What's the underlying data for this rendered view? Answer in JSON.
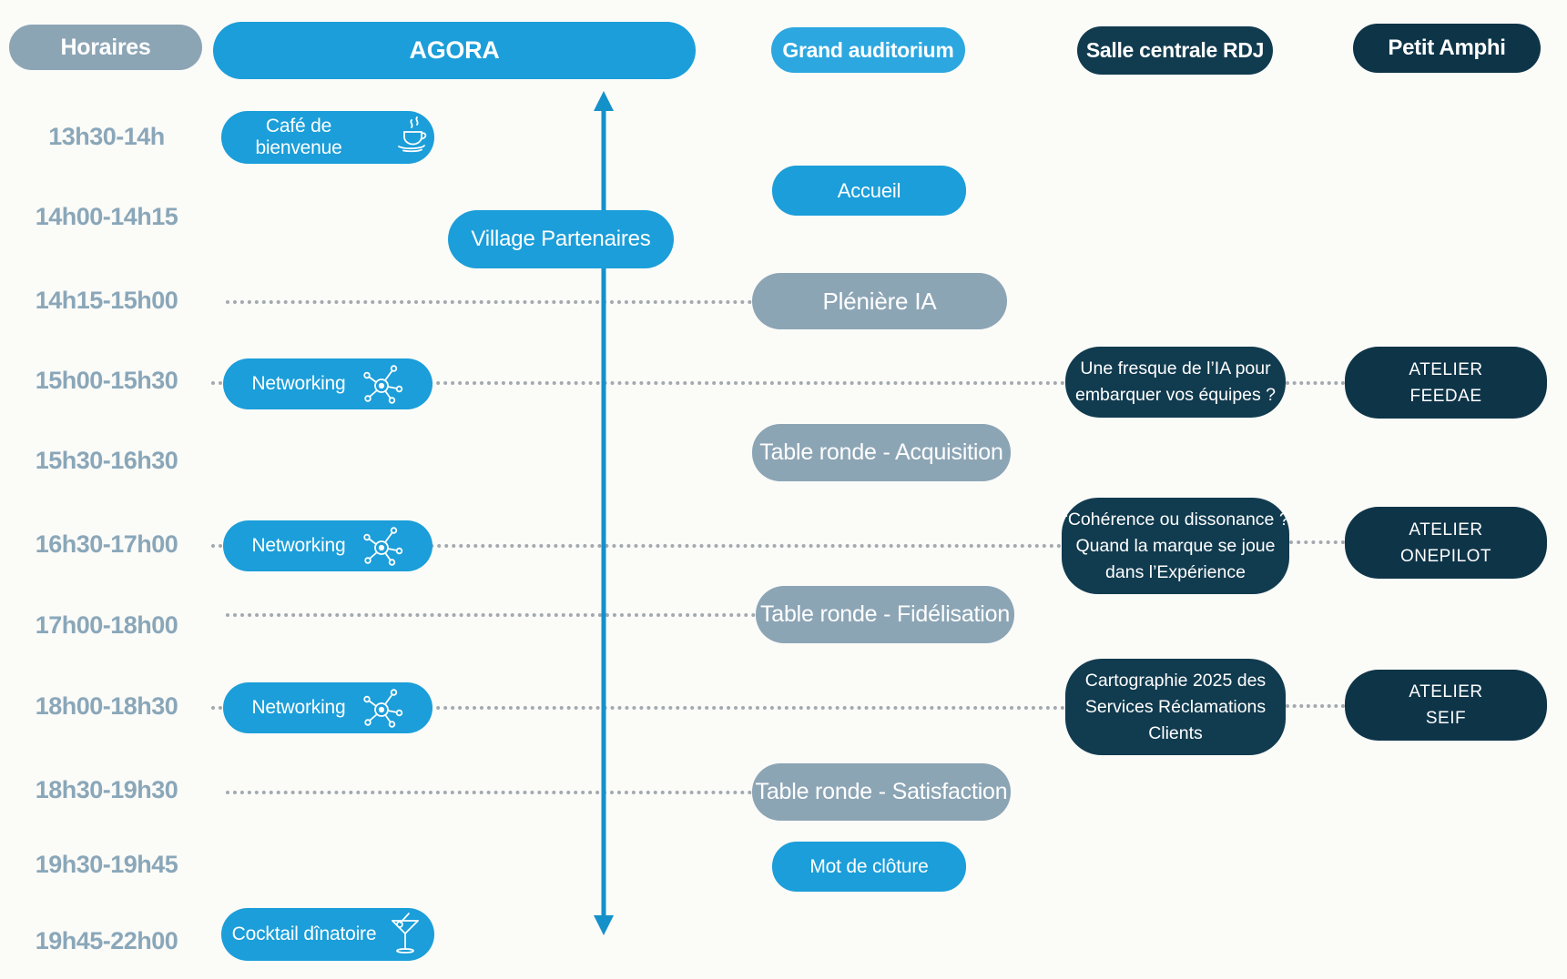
{
  "colors": {
    "blue": "#1b9ed9",
    "blue_light": "#2ca7e0",
    "gray": "#8ca5b5",
    "dark_navy": "#113b4f",
    "darker_navy": "#0e3448",
    "time_text": "#8aa7b9",
    "arrow_blue": "#1591ca",
    "dotted_gray": "#a2aab0",
    "background": "#fbfbf8"
  },
  "columns": {
    "horaires": {
      "label": "Horaires"
    },
    "agora": {
      "label": "AGORA"
    },
    "grand_auditorium": {
      "label": "Grand auditorium"
    },
    "salle_centrale": {
      "label": "Salle centrale RDJ"
    },
    "petit_amphi": {
      "label": "Petit Amphi"
    }
  },
  "times": [
    "13h30-14h",
    "14h00-14h15",
    "14h15-15h00",
    "15h00-15h30",
    "15h30-16h30",
    "16h30-17h00",
    "17h00-18h00",
    "18h00-18h30",
    "18h30-19h30",
    "19h30-19h45",
    "19h45-22h00"
  ],
  "agora": {
    "cafe": {
      "label": "Café de bienvenue",
      "icon": "coffee-icon"
    },
    "village": {
      "label": "Village Partenaires"
    },
    "networking": {
      "label": "Networking",
      "icon": "network-icon"
    },
    "cocktail": {
      "label": "Cocktail dînatoire",
      "icon": "martini-icon"
    }
  },
  "grand_auditorium": {
    "accueil": {
      "label": "Accueil"
    },
    "pleniere": {
      "label": "Plénière IA"
    },
    "acquisition": {
      "label": "Table ronde - Acquisition"
    },
    "fidelisation": {
      "label": "Table ronde - Fidélisation"
    },
    "satisfaction": {
      "label": "Table ronde - Satisfaction"
    },
    "cloture": {
      "label": "Mot de clôture"
    }
  },
  "salle_centrale": {
    "fresque": {
      "line1": "Une fresque de l’IA pour",
      "line2": "embarquer vos équipes ?"
    },
    "coherence": {
      "line1": "“Cohérence ou dissonance ?",
      "line2": "Quand la marque se joue",
      "line3": "dans l’Expérience"
    },
    "cartographie": {
      "line1": "Cartographie 2025 des",
      "line2": "Services Réclamations",
      "line3": "Clients"
    }
  },
  "petit_amphi": {
    "feedae": {
      "line1": "ATELIER",
      "line2": "FEEDAE"
    },
    "onepilot": {
      "line1": "ATELIER",
      "line2": "ONEPILOT"
    },
    "seif": {
      "line1": "ATELIER",
      "line2": "SEIF"
    }
  }
}
